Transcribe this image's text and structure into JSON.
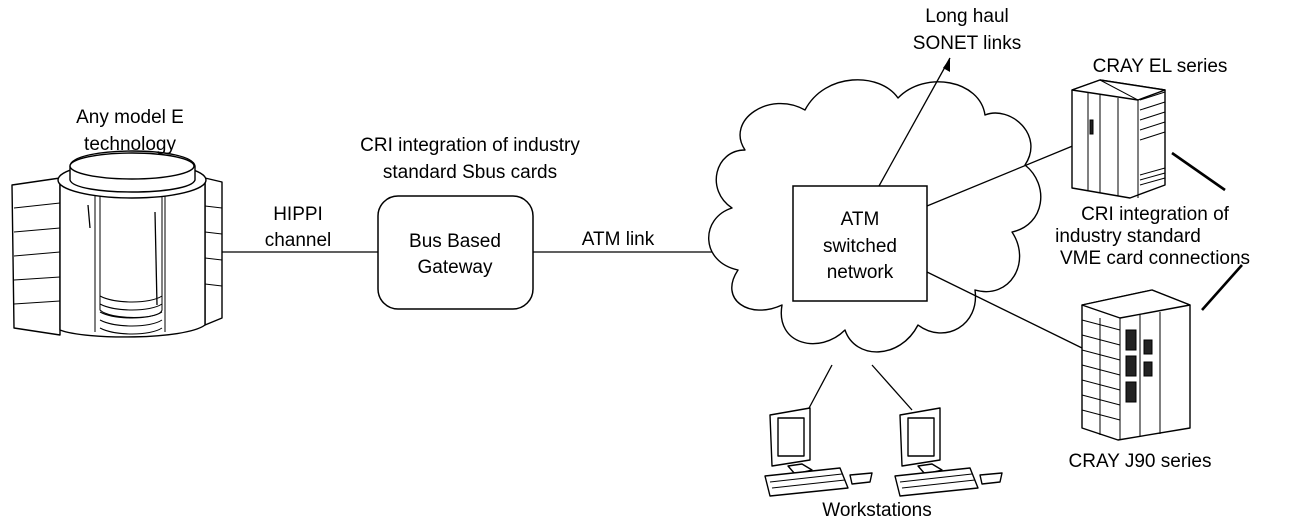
{
  "labels": {
    "any_model_1": "Any model E",
    "any_model_2": "technology",
    "cri_sbus_1": "CRI integration of industry",
    "cri_sbus_2": "standard Sbus cards",
    "hippi_1": "HIPPI",
    "hippi_2": "channel",
    "gateway_1": "Bus Based",
    "gateway_2": "Gateway",
    "atm_link": "ATM link",
    "atm_net_1": "ATM",
    "atm_net_2": "switched",
    "atm_net_3": "network",
    "long_haul_1": "Long haul",
    "long_haul_2": "SONET links",
    "cray_el": "CRAY EL series",
    "cri_vme_1": "CRI integration of",
    "cri_vme_2": "industry standard",
    "cri_vme_3": "VME card connections",
    "cray_j90": "CRAY J90 series",
    "workstations": "Workstations"
  }
}
